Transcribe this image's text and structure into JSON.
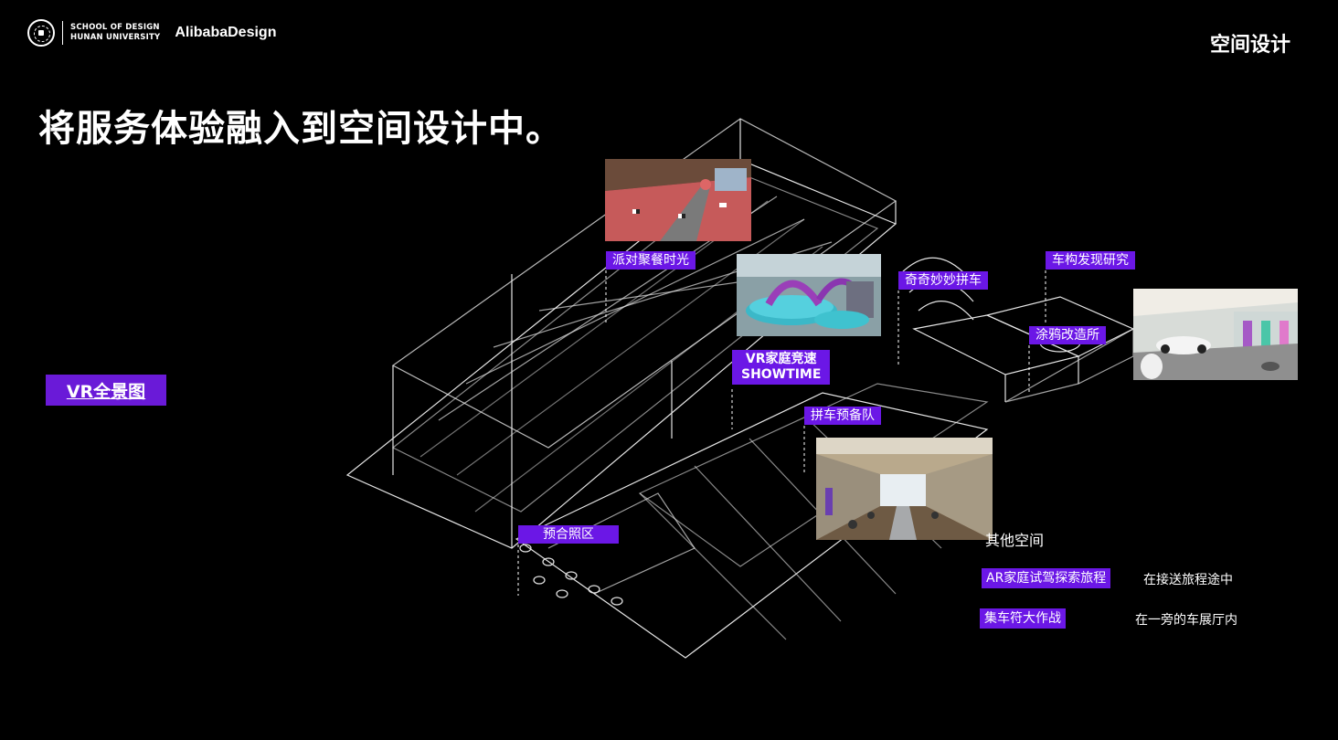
{
  "header": {
    "school_line1": "SCHOOL OF DESIGN",
    "school_line2": "HUNAN UNIVERSITY",
    "brand": "AlibabaDesign",
    "section_title": "空间设计"
  },
  "main_title": "将服务体验融入到空间设计中。",
  "vr_badge": "VR全景图",
  "zones": {
    "party": "派对聚餐时光",
    "puzzle": "奇奇妙妙拼车",
    "research": "车构发现研究",
    "graffiti": "涂鸦改造所",
    "vr_line1": "VR家庭竞速",
    "vr_line2": "SHOWTIME",
    "reserve": "拼车预备队",
    "photo": "预合照区"
  },
  "other_spaces": {
    "heading": "其他空间",
    "items": [
      {
        "label": "AR家庭试驾探索旅程",
        "desc": "在接送旅程途中"
      },
      {
        "label": "集车符大作战",
        "desc": "在一旁的车展厅内"
      }
    ]
  },
  "colors": {
    "accent": "#6b17e6",
    "background": "#000000",
    "line": "#ffffff"
  }
}
